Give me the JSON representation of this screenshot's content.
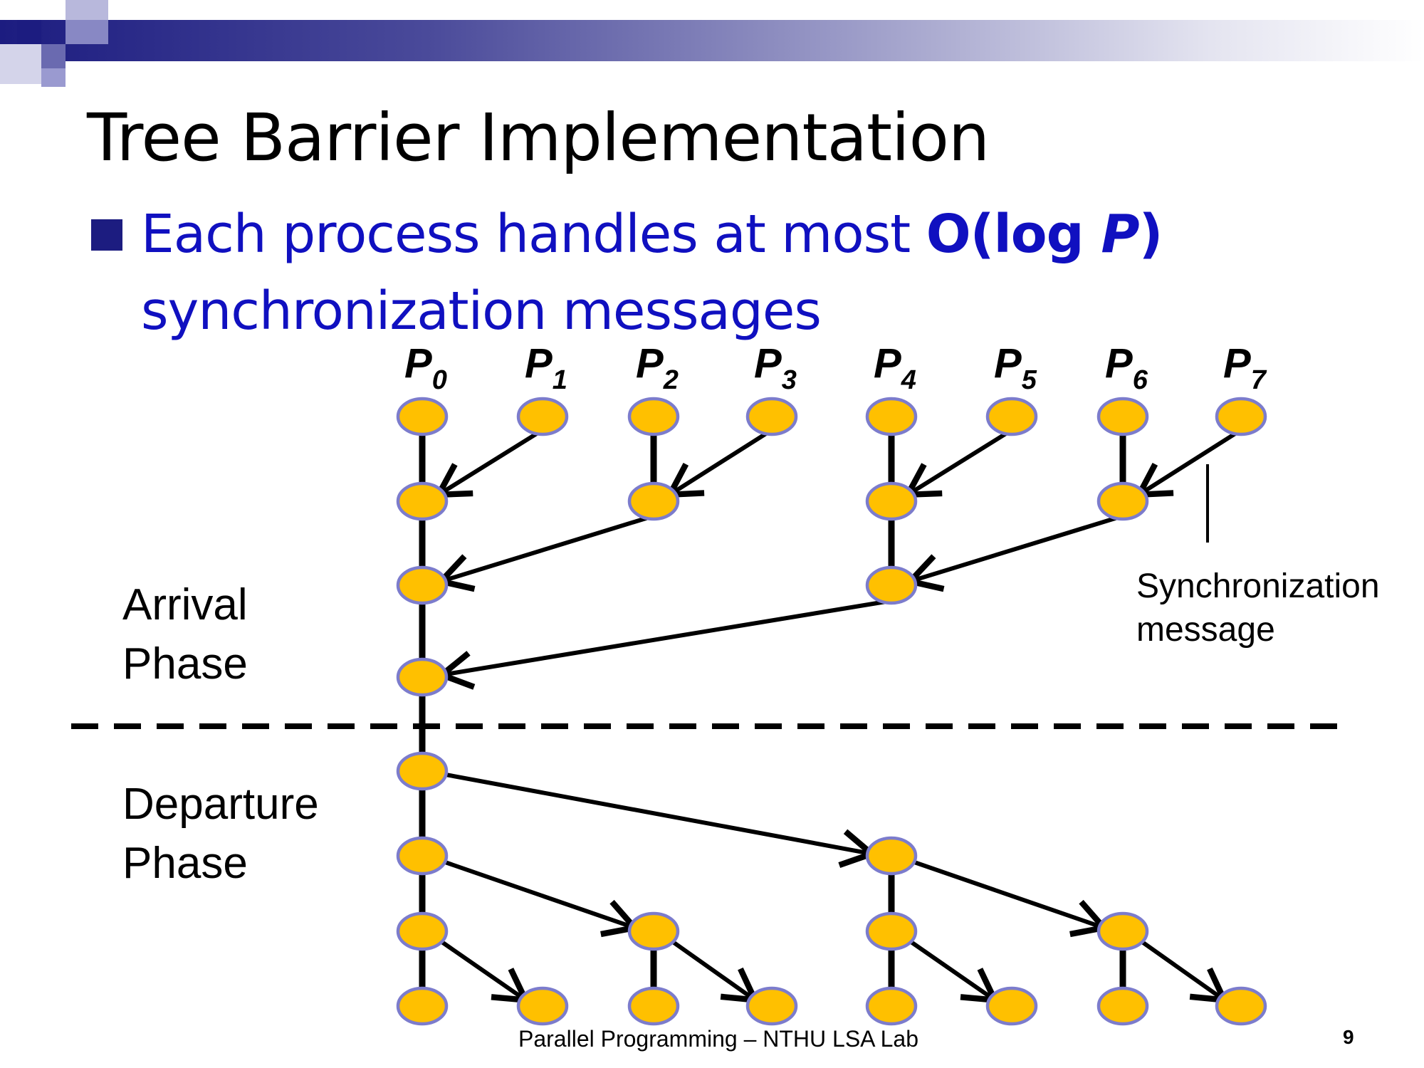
{
  "slide": {
    "title": "Tree Barrier Implementation",
    "bullet": {
      "prefix": "Each process handles at most ",
      "emphasis_o": "O(log ",
      "emphasis_p": "P",
      "emphasis_close": ")",
      "suffix": "synchronization messages"
    }
  },
  "diagram": {
    "processes": [
      {
        "symbol": "P",
        "index": "0"
      },
      {
        "symbol": "P",
        "index": "1"
      },
      {
        "symbol": "P",
        "index": "2"
      },
      {
        "symbol": "P",
        "index": "3"
      },
      {
        "symbol": "P",
        "index": "4"
      },
      {
        "symbol": "P",
        "index": "5"
      },
      {
        "symbol": "P",
        "index": "6"
      },
      {
        "symbol": "P",
        "index": "7"
      }
    ],
    "phases": {
      "arrival": {
        "line1": "Arrival",
        "line2": "Phase"
      },
      "departure": {
        "line1": "Departure",
        "line2": "Phase"
      }
    },
    "annotation": {
      "line1": "Synchronization",
      "line2": "message"
    },
    "colors": {
      "node_fill": "#ffc000",
      "node_stroke": "#7c7ccc",
      "edge": "#000000",
      "header": "#1c1c80",
      "bullet_text": "#1010c0"
    }
  },
  "footer": {
    "text": "Parallel Programming – NTHU LSA Lab",
    "page": "9"
  }
}
